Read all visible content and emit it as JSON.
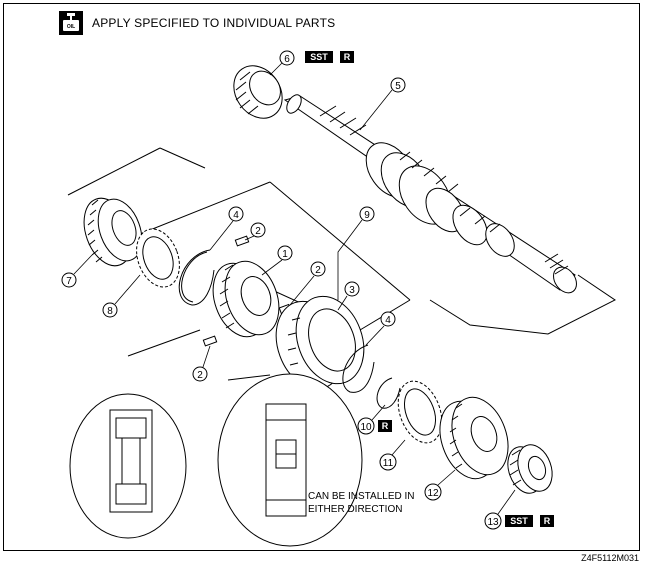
{
  "header": {
    "text": "APPLY SPECIFIED TO INDIVIDUAL PARTS",
    "icon": "oil-can-icon"
  },
  "footer": {
    "code": "Z4F5112M031"
  },
  "tags": {
    "sst": "SST",
    "r": "R"
  },
  "parts": [
    {
      "num": "1"
    },
    {
      "num": "2"
    },
    {
      "num": "2"
    },
    {
      "num": "2"
    },
    {
      "num": "3"
    },
    {
      "num": "4"
    },
    {
      "num": "4"
    },
    {
      "num": "5"
    },
    {
      "num": "6"
    },
    {
      "num": "7"
    },
    {
      "num": "8"
    },
    {
      "num": "9"
    },
    {
      "num": "10"
    },
    {
      "num": "11"
    },
    {
      "num": "12"
    },
    {
      "num": "13"
    }
  ],
  "note": {
    "line1": "CAN BE INSTALLED IN",
    "line2": "EITHER DIRECTION"
  }
}
